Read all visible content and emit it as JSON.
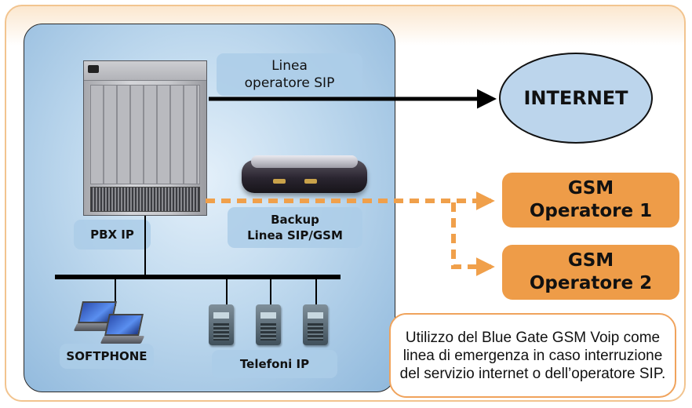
{
  "diagram": {
    "sip_line_label": "Linea operatore SIP",
    "internet_label": "INTERNET",
    "pbx_label": "PBX IP",
    "backup_label_line1": "Backup",
    "backup_label_line2": "Linea SIP/GSM",
    "gsm_operator_1": {
      "line1": "GSM",
      "line2": "Operatore 1"
    },
    "gsm_operator_2": {
      "line1": "GSM",
      "line2": "Operatore 2"
    },
    "softphone_label": "SOFTPHONE",
    "ip_phones_label": "Telefoni IP",
    "note_text": "Utilizzo del Blue Gate GSM Voip come linea di emergenza in caso interruzione del servizio internet o dell’operatore SIP."
  },
  "colors": {
    "gsm_orange": "#ee9c48",
    "dashed_link_orange": "#f0a04b",
    "internet_fill": "#bcd5ec",
    "panel_blue": "#8fb8dc",
    "frame_border": "#f2c48f"
  },
  "icons": [
    "pbx-server-icon",
    "gsm-gateway-icon",
    "laptop-icon",
    "ip-phone-icon"
  ]
}
